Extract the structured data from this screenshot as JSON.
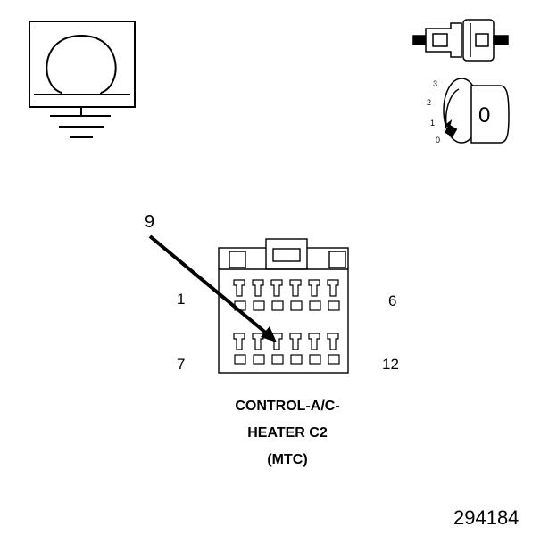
{
  "ohmmeter": {
    "symbol": "Ω"
  },
  "ignition_switch": {
    "positions": [
      "3",
      "2",
      "1",
      "0"
    ],
    "key_position": "0"
  },
  "connector": {
    "callout": "9",
    "pin_labels": {
      "top_left": "1",
      "top_right": "6",
      "bottom_left": "7",
      "bottom_right": "12"
    },
    "title_lines": [
      "CONTROL-A/C-",
      "HEATER C2",
      "(MTC)"
    ]
  },
  "figure_number": "294184"
}
